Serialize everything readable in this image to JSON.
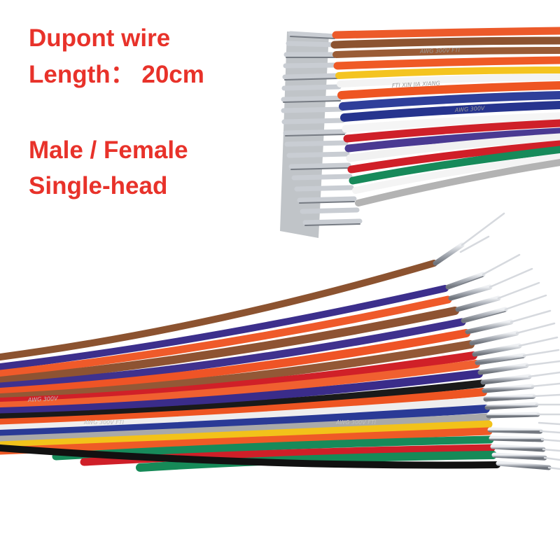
{
  "caption": {
    "line1": "Dupont wire",
    "line2": "Length： 20cm",
    "line3": "Male / Female",
    "line4": "Single-head"
  },
  "colors": {
    "caption_text": "#e8322a",
    "background": "#ffffff",
    "wire_colors": [
      "#e8542a",
      "#8a5230",
      "#3a3a9a",
      "#f2c21a",
      "#1a8a5a",
      "#cc1f2a",
      "#f4f4f4",
      "#a8a8a8",
      "#111111",
      "#5a3a96"
    ],
    "terminal_metal": "#c8ccd2"
  },
  "image": {
    "subject": "bundles of multicolor dupont jumper wires with crimped metal terminals",
    "wire_print": [
      "XIN",
      "JIA",
      "XIANG",
      "FTI",
      "AWG",
      "300V"
    ]
  }
}
